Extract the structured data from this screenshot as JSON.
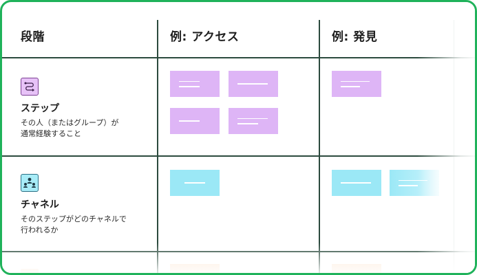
{
  "table": {
    "headers": {
      "stage": "段階",
      "example_access": "例: アクセス",
      "example_discovery": "例: 発見"
    },
    "rows": [
      {
        "icon": "flow-steps-icon",
        "title": "ステップ",
        "desc_line1": "その人（またはグループ）が",
        "desc_line2": "通常経験すること"
      },
      {
        "icon": "people-network-icon",
        "title": "チャネル",
        "desc_line1": "そのステップがどのチャネルで",
        "desc_line2": "行われるか"
      }
    ]
  },
  "colors": {
    "frame_border": "#1fb25a",
    "note_purple": "#deb5f6",
    "note_cyan": "#9be8f6",
    "note_peach": "#fde7d2",
    "grid_line": "#2b4a3d"
  }
}
